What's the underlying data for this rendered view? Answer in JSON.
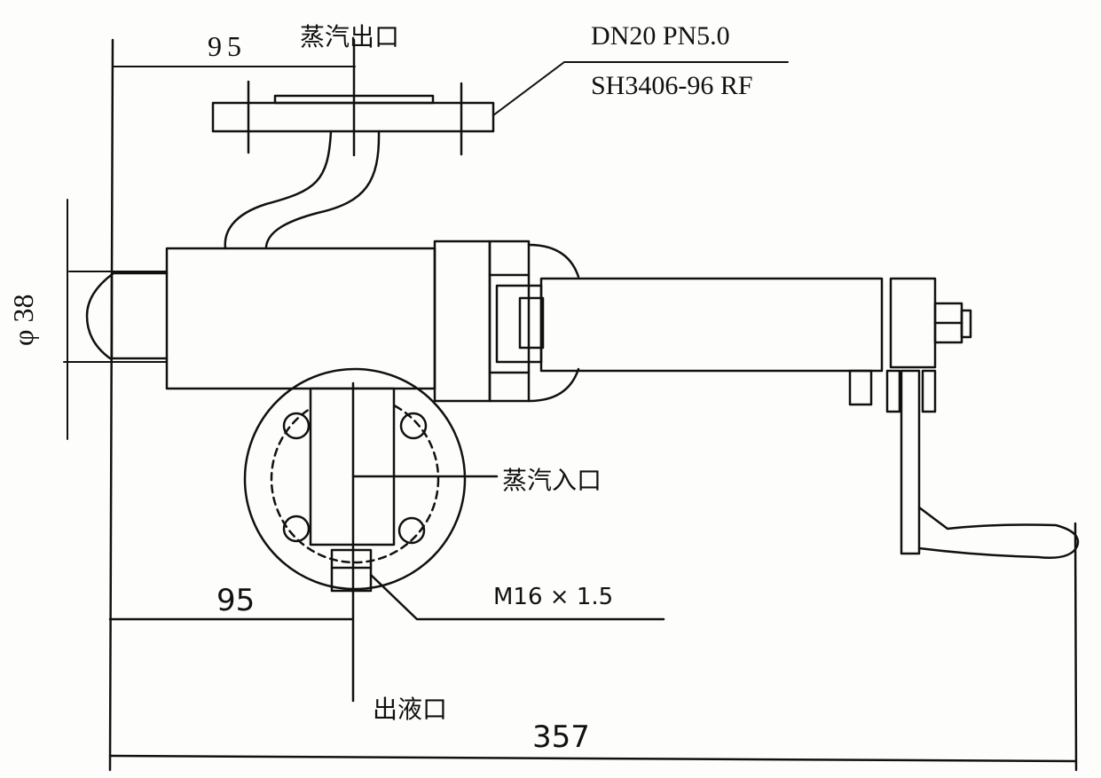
{
  "labels": {
    "steam_outlet": "蒸汽出口",
    "steam_inlet": "蒸汽入口",
    "liquid_outlet": "出液口",
    "flange_spec_line1": "DN20 PN5.0",
    "flange_spec_line2": "SH3406-96 RF",
    "thread_spec": "M16 × 1.5"
  },
  "dimensions": {
    "top_offset": "95",
    "bottom_offset": "95",
    "overall_length": "357",
    "body_diameter": "φ 38"
  },
  "colors": {
    "ink": "#111111",
    "paper": "#fdfdfc"
  }
}
